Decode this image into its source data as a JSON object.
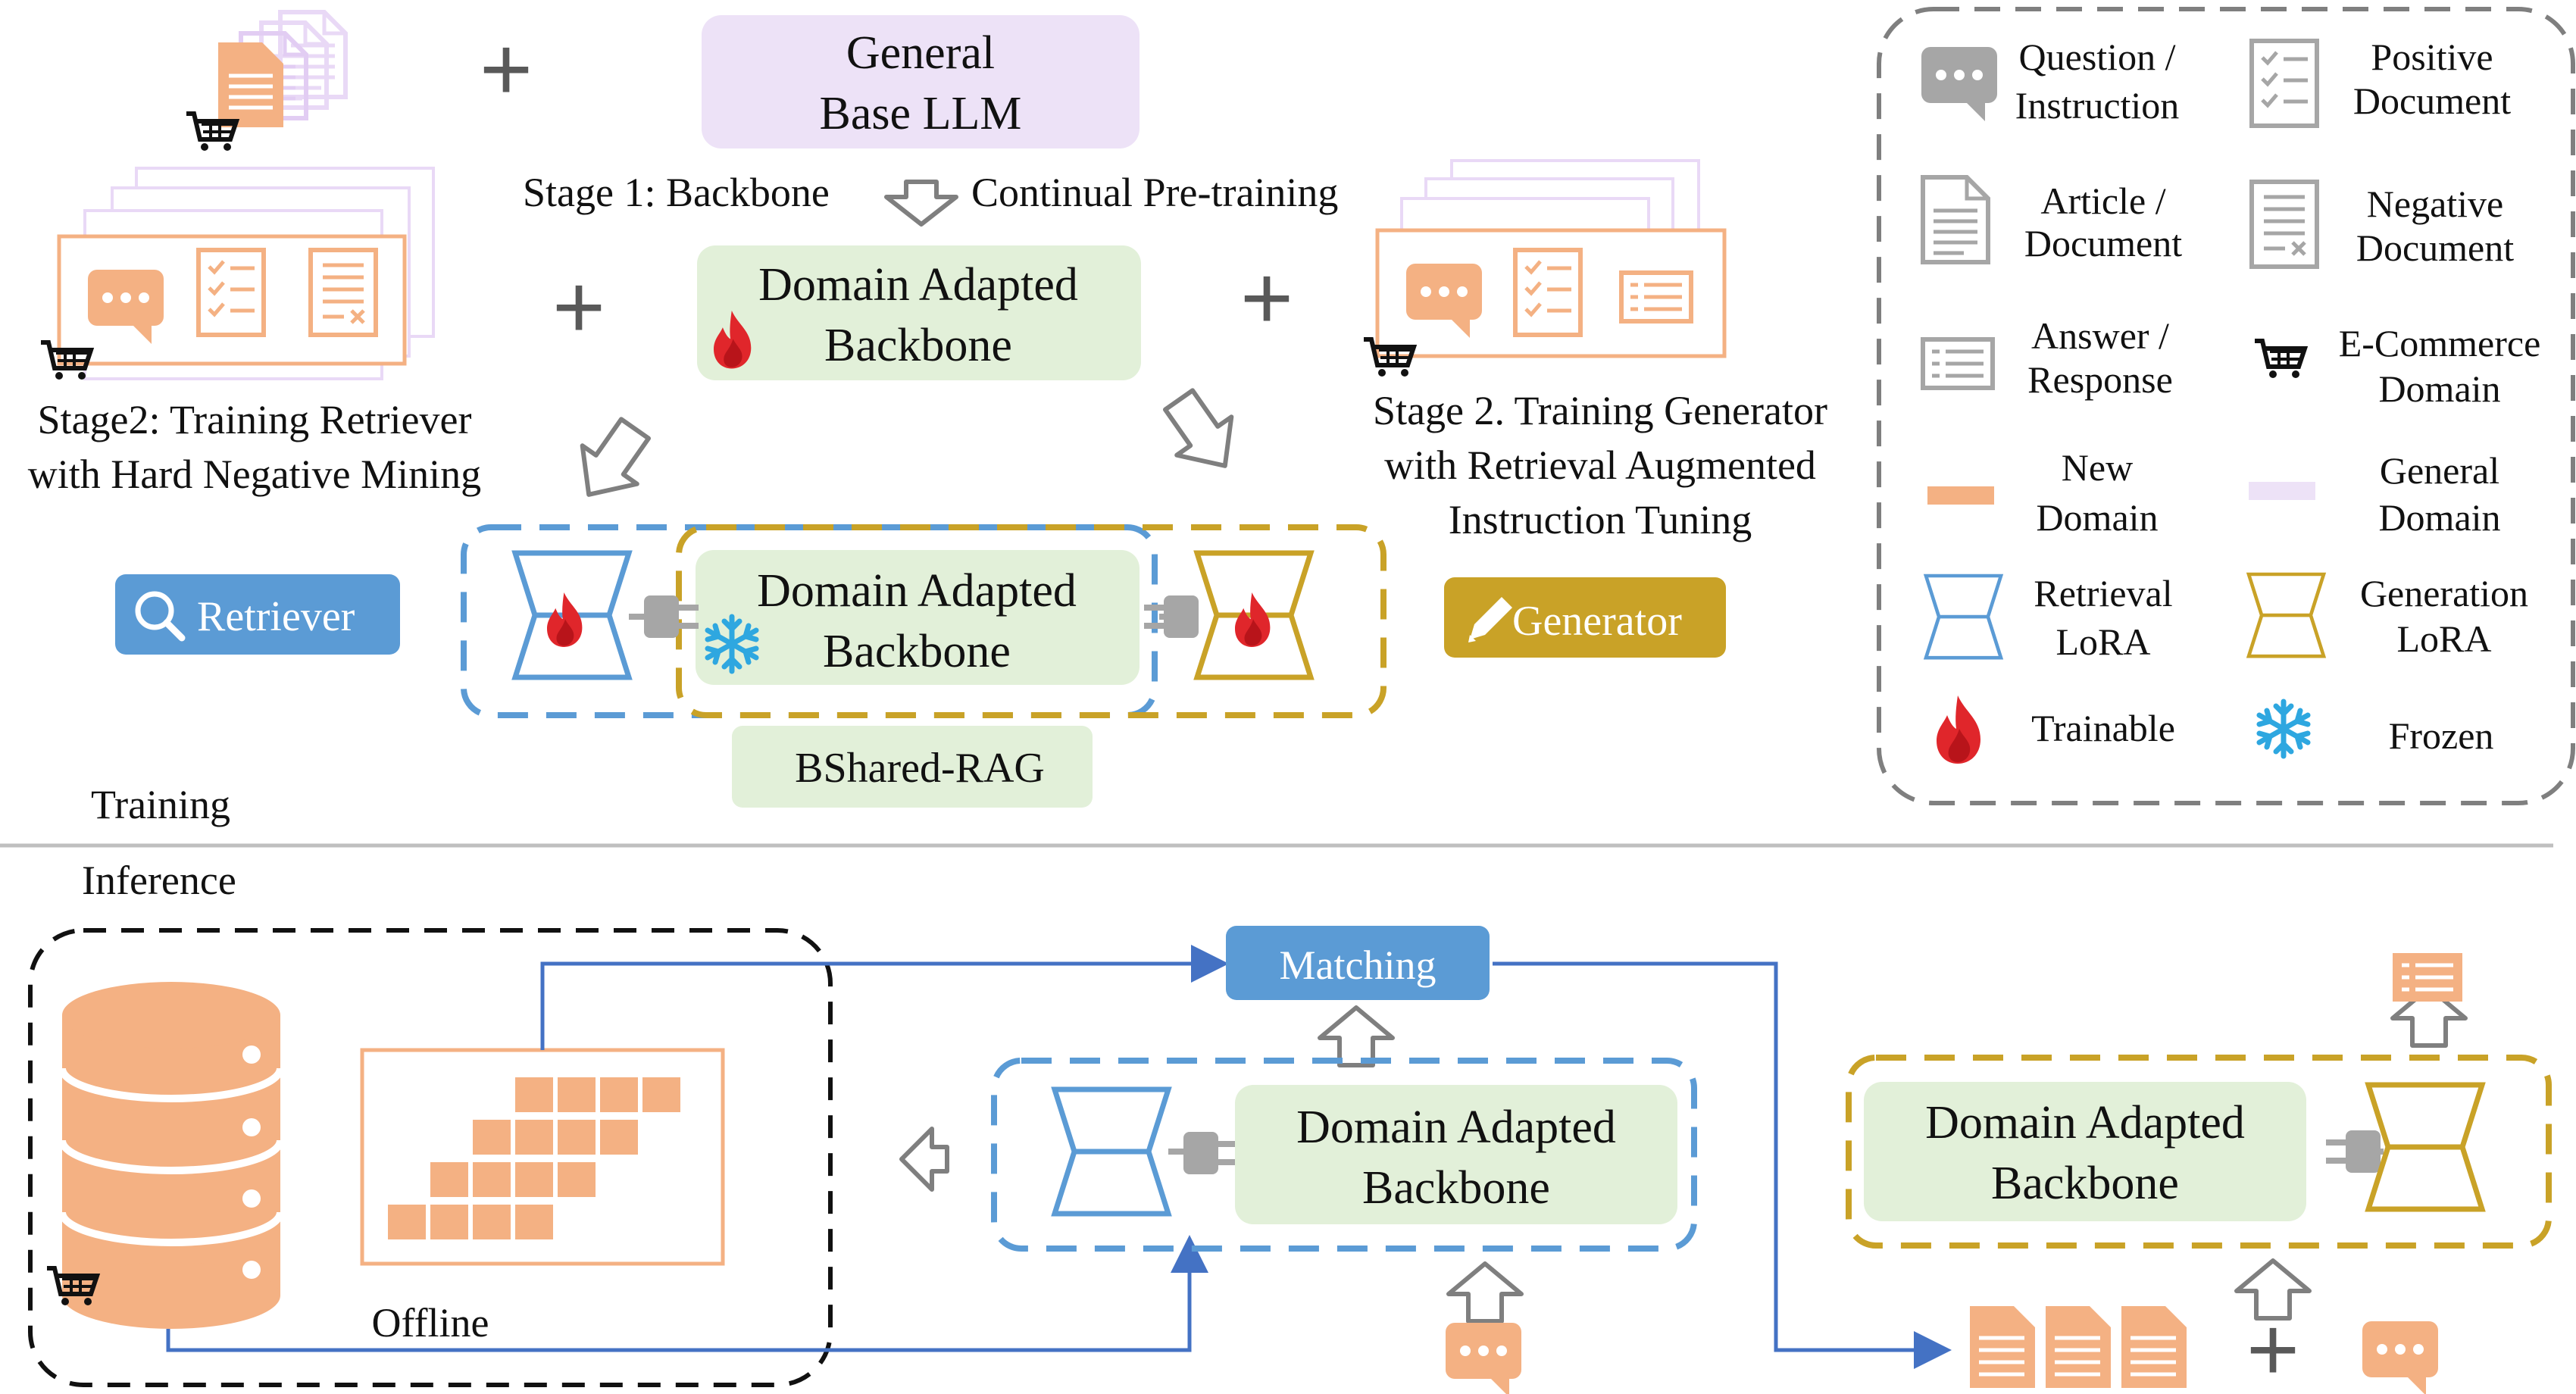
{
  "colors": {
    "orange": "#f4b183",
    "orange_dark": "#e08a57",
    "green_box": "#e2f0d9",
    "purple_box": "#ede2f7",
    "blue": "#5b9bd5",
    "gold": "#c9a227",
    "gray": "#a6a6a6",
    "line_blue": "#4472c4",
    "fire": "#e0262b",
    "snow": "#2ea7e0"
  },
  "training": {
    "section_label": "Training",
    "base_llm": {
      "line1": "General",
      "line2": "Base LLM"
    },
    "stage1": {
      "left": "Stage 1: Backbone",
      "right": "Continual Pre-training"
    },
    "domain_backbone": {
      "line1": "Domain Adapted",
      "line2": "Backbone"
    },
    "stage2_retriever": {
      "line1": "Stage2: Training Retriever",
      "line2": "with Hard Negative Mining"
    },
    "stage2_generator": {
      "line1": "Stage 2. Training Generator",
      "line2": "with Retrieval Augmented",
      "line3": "Instruction Tuning"
    },
    "shared_backbone": {
      "line1": "Domain Adapted",
      "line2": "Backbone"
    },
    "retriever_btn": "Retriever",
    "generator_btn": "Generator",
    "bshared_label": "BShared-RAG",
    "plus_signs": [
      "+",
      "+",
      "+"
    ]
  },
  "legend": {
    "items": [
      {
        "icon": "question-icon",
        "line1": "Question /",
        "line2": "Instruction"
      },
      {
        "icon": "positive-document-icon",
        "line1": "Positive",
        "line2": "Document"
      },
      {
        "icon": "article-icon",
        "line1": "Article /",
        "line2": "Document"
      },
      {
        "icon": "negative-document-icon",
        "line1": "Negative",
        "line2": "Document"
      },
      {
        "icon": "answer-icon",
        "line1": "Answer /",
        "line2": "Response"
      },
      {
        "icon": "cart-icon",
        "line1": "E-Commerce",
        "line2": "Domain"
      },
      {
        "icon": "new-domain-swatch",
        "line1": "New",
        "line2": "Domain"
      },
      {
        "icon": "general-domain-swatch",
        "line1": "General",
        "line2": "Domain"
      },
      {
        "icon": "retrieval-lora-icon",
        "line1": "Retrieval",
        "line2": "LoRA"
      },
      {
        "icon": "generation-lora-icon",
        "line1": "Generation",
        "line2": "LoRA"
      },
      {
        "icon": "fire-icon",
        "line1": "Trainable",
        "line2": ""
      },
      {
        "icon": "snowflake-icon",
        "line1": "Frozen",
        "line2": ""
      }
    ]
  },
  "inference": {
    "section_label": "Inference",
    "offline_label": "Offline",
    "matching_label": "Matching",
    "retrieval_backbone": {
      "line1": "Domain Adapted",
      "line2": "Backbone"
    },
    "generation_backbone": {
      "line1": "Domain Adapted",
      "line2": "Backbone"
    },
    "plus_sign": "+"
  }
}
